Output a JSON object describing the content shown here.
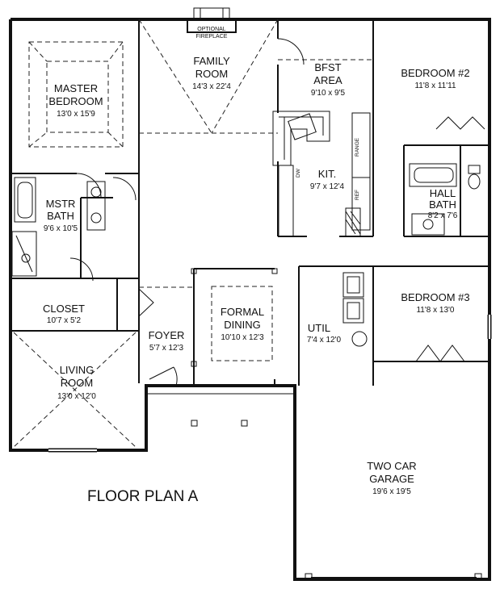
{
  "title": "FLOOR PLAN A",
  "rooms": {
    "master_bedroom": {
      "name1": "MASTER",
      "name2": "BEDROOM",
      "dim": "13'0 x 15'9"
    },
    "family_room": {
      "name1": "FAMILY",
      "name2": "ROOM",
      "dim": "14'3 x 22'4"
    },
    "bfst_area": {
      "name1": "BFST",
      "name2": "AREA",
      "dim": "9'10 x 9'5"
    },
    "bedroom2": {
      "name": "BEDROOM #2",
      "dim": "11'8 x 11'11"
    },
    "kitchen": {
      "name": "KIT.",
      "dim": "9'7 x 12'4"
    },
    "hall_bath": {
      "name1": "HALL",
      "name2": "BATH",
      "dim": "8'2 x 7'6"
    },
    "mstr_bath": {
      "name1": "MSTR",
      "name2": "BATH",
      "dim": "9'6 x 10'5"
    },
    "closet": {
      "name": "CLOSET",
      "dim": "10'7 x 5'2"
    },
    "foyer": {
      "name": "FOYER",
      "dim": "5'7 x 12'3"
    },
    "formal_dining": {
      "name1": "FORMAL",
      "name2": "DINING",
      "dim": "10'10 x 12'3"
    },
    "util": {
      "name": "UTIL",
      "dim": "7'4 x 12'0"
    },
    "bedroom3": {
      "name": "BEDROOM #3",
      "dim": "11'8 x 13'0"
    },
    "living_room": {
      "name1": "LIVING",
      "name2": "ROOM",
      "dim": "13'0 x 12'0"
    },
    "garage": {
      "name1": "TWO CAR",
      "name2": "GARAGE",
      "dim": "19'6 x 19'5"
    }
  },
  "fixtures": {
    "fireplace1": "OPTIONAL",
    "fireplace2": "FIREPLACE",
    "range": "RANGE",
    "dw": "DW",
    "ref": "REF"
  }
}
